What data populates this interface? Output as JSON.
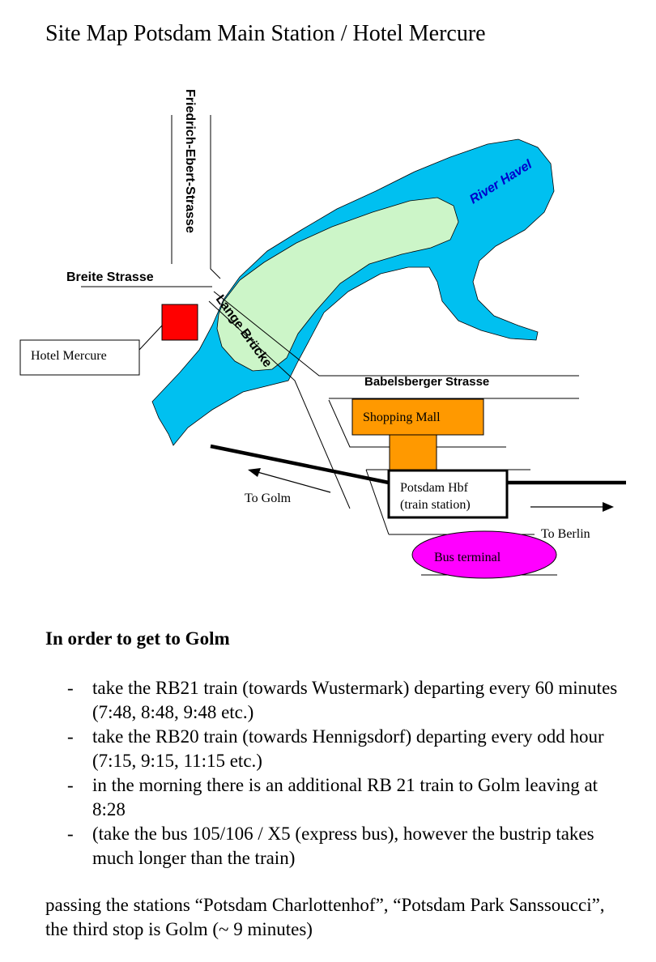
{
  "title": "Site Map Potsdam Main Station / Hotel Mercure",
  "map": {
    "streets": {
      "friedrich_ebert": "Friedrich-Ebert-Strasse",
      "breite": "Breite Strasse",
      "lange_bruecke": "Lange Brücke",
      "babelsberger": "Babelsberger Strasse"
    },
    "river": "River Havel",
    "hotel": "Hotel Mercure",
    "shopping_mall": "Shopping Mall",
    "station_line1": "Potsdam Hbf",
    "station_line2": "(train station)",
    "bus_terminal": "Bus terminal",
    "to_golm": "To Golm",
    "to_berlin": "To Berlin",
    "colors": {
      "water": "#00c0f0",
      "island": "#ccf5c8",
      "hotel": "#ff0000",
      "mall": "#ff9900",
      "bus": "#ff00ff"
    }
  },
  "instructions": {
    "heading": "In order to get to Golm",
    "items": [
      "take the RB21 train (towards Wustermark) departing every 60 minutes (7:48, 8:48, 9:48 etc.)",
      "take the RB20 train (towards Hennigsdorf) departing every odd hour (7:15, 9:15, 11:15 etc.)",
      "in the morning there is an additional RB 21 train to Golm leaving at 8:28",
      "(take the bus 105/106 / X5 (express bus), however the bustrip takes much longer than the train)"
    ],
    "footer": "passing the stations “Potsdam Charlottenhof”, “Potsdam Park Sanssoucci”, the third stop is Golm (~ 9 minutes)"
  }
}
